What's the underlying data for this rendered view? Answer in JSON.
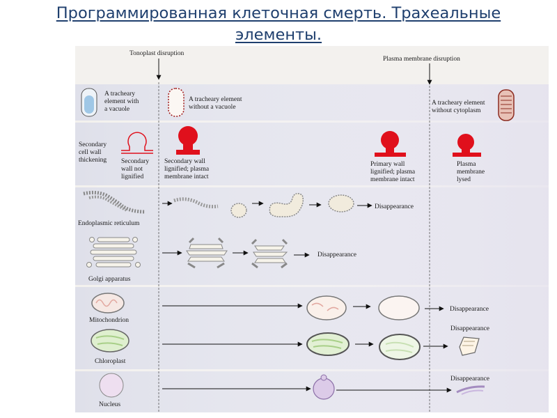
{
  "page": {
    "title_line1": "Программированная клеточная смерть. Трахеальные",
    "title_line2": "элементы."
  },
  "figure": {
    "markers": {
      "tonoplast": "Tonoplast disruption",
      "plasma": "Plasma membrane disruption"
    },
    "stage_labels": {
      "te_vacuole": [
        "A tracheary",
        "element with",
        "a vacuole"
      ],
      "te_no_vacuole": [
        "A tracheary element",
        "without a vacuole"
      ],
      "te_no_cytoplasm": [
        "A tracheary element",
        "without cytoplasm"
      ]
    },
    "wall_labels": {
      "sec_thickening": [
        "Secondary",
        "cell wall",
        "thickening"
      ],
      "sec_not_lignified": [
        "Secondary",
        "wall not",
        "lignified"
      ],
      "sec_lignified": [
        "Secondary wall",
        "lignified; plasma",
        "membrane intact"
      ],
      "primary_lignified": [
        "Primary wall",
        "lignified; plasma",
        "membrane intact"
      ],
      "pm_lysed": [
        "Plasma",
        "membrane",
        "lysed"
      ]
    },
    "organelles": {
      "er": "Endoplasmic reticulum",
      "golgi": "Golgi apparatus",
      "mito": "Mitochondrion",
      "chloro": "Chloroplast",
      "nucleus": "Nucleus"
    },
    "disappearance": "Disappearance",
    "colors": {
      "wall_red": "#e0101c",
      "title_blue": "#1f3f6e",
      "row_band": "#dfe0ea"
    }
  }
}
